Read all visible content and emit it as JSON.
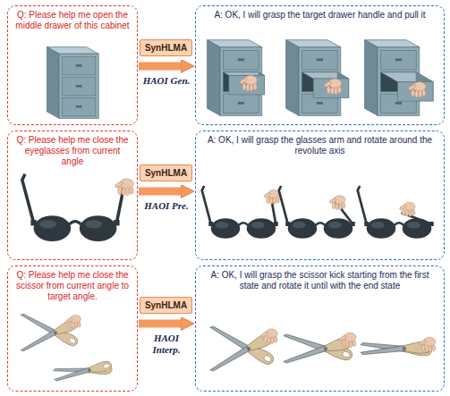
{
  "diagram": {
    "nodes": [
      {
        "text": [
          "Q: Please help me open the middle drawer of this cabinet"
        ]
      },
      {
        "text": [
          "SynHLMA"
        ]
      },
      {
        "text": [
          "A: OK, I will grasp the target drawer handle and pull it"
        ]
      },
      {
        "text": [
          "Q: Please help me close the eyeglasses from current angle"
        ]
      },
      {
        "text": [
          "SynHLMA"
        ]
      },
      {
        "text": [
          "A: OK, I will grasp the glasses arm and rotate around the revolute axis"
        ]
      },
      {
        "text": [
          "Q: Please help me close the scissor from current angle to target angle."
        ]
      },
      {
        "text": [
          "SynHLMA"
        ]
      },
      {
        "text": [
          "A: OK, I will grasp the scissor kick starting from the first state and rotate it until with the end state"
        ]
      }
    ],
    "edges": [
      {
        "from": 0,
        "to": 2,
        "arrow": "to",
        "label": "HAOI Gen."
      },
      {
        "from": 3,
        "to": 5,
        "arrow": "to",
        "label": "HAOI Pre."
      },
      {
        "from": 6,
        "to": 8,
        "arrow": "to",
        "label": "HAOI Interp."
      }
    ]
  }
}
